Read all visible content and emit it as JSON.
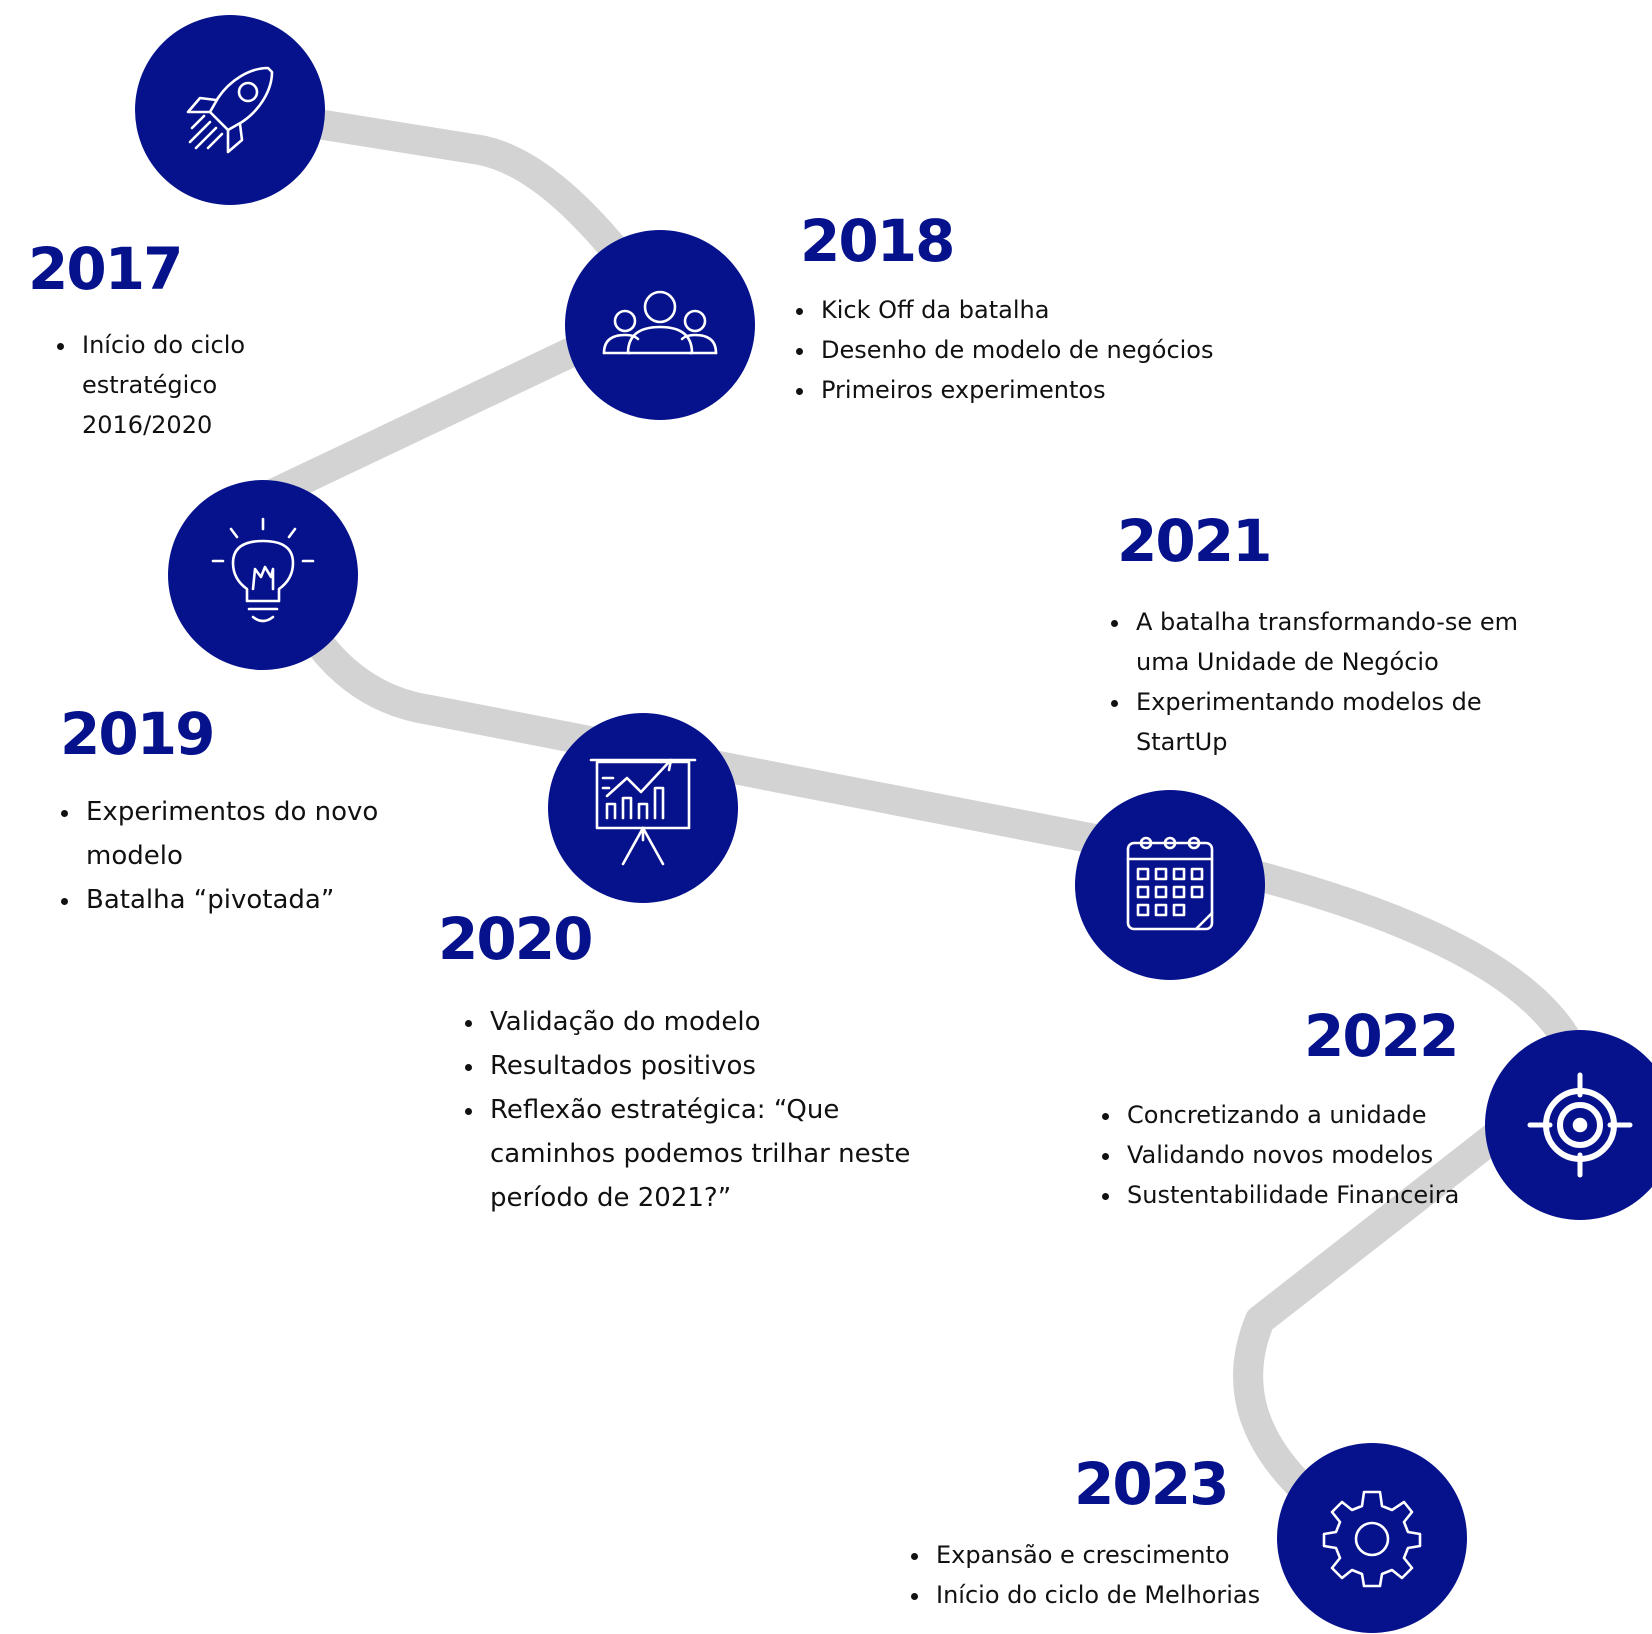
{
  "colors": {
    "node": "#06128c",
    "road": "#d3d3d3",
    "year_text": "#06128c",
    "body_text": "#111111"
  },
  "milestones": [
    {
      "year": "2017",
      "icon": "rocket-icon",
      "items": [
        "Início do ciclo estratégico 2016/2020"
      ]
    },
    {
      "year": "2018",
      "icon": "team-icon",
      "items": [
        "Kick Off da batalha",
        "Desenho de modelo de negócios",
        "Primeiros experimentos"
      ]
    },
    {
      "year": "2019",
      "icon": "lightbulb-icon",
      "items": [
        "Experimentos do novo modelo",
        "Batalha “pivotada”"
      ]
    },
    {
      "year": "2020",
      "icon": "growth-chart-icon",
      "items": [
        "Validação do modelo",
        "Resultados positivos",
        "Reflexão estratégica: “Que caminhos podemos trilhar neste período de 2021?”"
      ]
    },
    {
      "year": "2021",
      "icon": "calendar-icon",
      "items": [
        "A batalha transformando-se em uma Unidade de Negócio",
        "Experimentando modelos de StartUp"
      ]
    },
    {
      "year": "2022",
      "icon": "target-icon",
      "items": [
        "Concretizando a unidade",
        "Validando novos modelos",
        "Sustentabilidade Financeira"
      ]
    },
    {
      "year": "2023",
      "icon": "gear-icon",
      "items": [
        "Expansão e crescimento",
        "Início do ciclo de Melhorias"
      ]
    }
  ]
}
